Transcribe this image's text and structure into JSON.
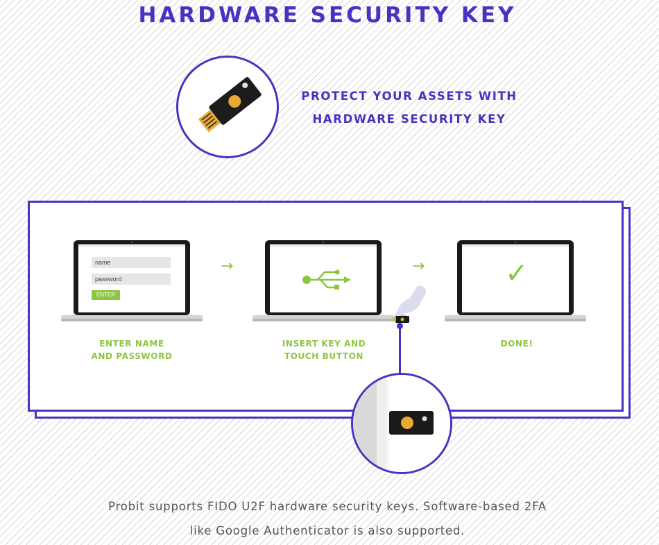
{
  "page": {
    "title": "HARDWARE SECURITY KEY",
    "tagline": [
      "PROTECT YOUR ASSETS WITH",
      "HARDWARE SECURITY KEY"
    ]
  },
  "login_form": {
    "name_placeholder": "name",
    "password_placeholder": "password",
    "enter_label": "ENTER"
  },
  "steps": [
    {
      "label": [
        "ENTER NAME",
        "AND PASSWORD"
      ]
    },
    {
      "label": [
        "INSERT KEY AND",
        "TOUCH BUTTON"
      ]
    },
    {
      "label": [
        "DONE!"
      ]
    }
  ],
  "arrows": [
    "→",
    "→"
  ],
  "checkmark": "✓",
  "footer": [
    "Probit supports FIDO U2F hardware security keys. Software-based 2FA",
    "like Google Authenticator is also supported."
  ],
  "icons": {
    "hero": "security-key-icon",
    "usb": "usb-icon",
    "check": "checkmark-icon",
    "finger": "finger-touch-icon"
  },
  "colors": {
    "brand_purple": "#4a32c0",
    "accent_green": "#8cc63f",
    "key_gold": "#e8a935",
    "text_gray": "#555555"
  }
}
